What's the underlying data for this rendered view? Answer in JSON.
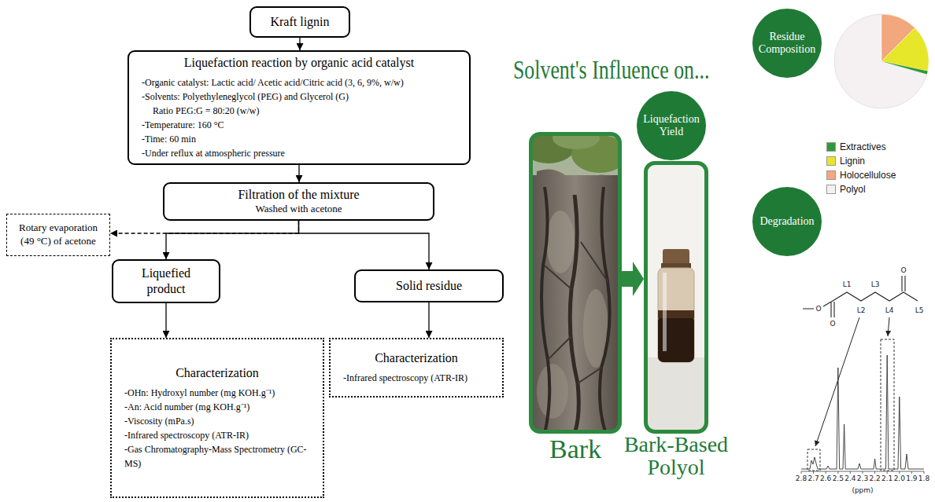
{
  "diagram": {
    "title": "Solvent's Influence on...",
    "nodes": [
      {
        "text": [
          "Kraft lignin"
        ]
      },
      {
        "text": [
          "Liquefaction reaction by organic acid catalyst",
          "-Organic catalyst: Lactic acid/ Acetic acid/Citric acid (3, 6, 9%, w/w)",
          "-Solvents: Polyethyleneglycol (PEG) and Glycerol (G)",
          "Ratio PEG:G = 80:20 (w/w)",
          "-Temperature: 160 °C",
          "-Time: 60 min",
          "-Under reflux at atmospheric pressure"
        ]
      },
      {
        "text": [
          "Filtration of the mixture",
          "Washed with acetone"
        ]
      },
      {
        "text": [
          "Rotary evaporation (49 °C) of acetone"
        ]
      },
      {
        "text": [
          "Liquefied product"
        ]
      },
      {
        "text": [
          "Solid residue"
        ]
      },
      {
        "text": [
          "Characterization",
          "-OHn: Hydroxyl number (mg KOH.g⁻¹)",
          "-An: Acid number (mg KOH.g⁻¹)",
          "-Viscosity (mPa.s)",
          "-Infrared spectroscopy (ATR-IR)",
          "-Gas Chromatography-Mass Spectrometry (GC-MS)"
        ]
      },
      {
        "text": [
          "Characterization",
          "-Infrared spectroscopy (ATR-IR)"
        ]
      },
      {
        "text": [
          "Residue Composition"
        ]
      },
      {
        "text": [
          "Liquefaction Yield"
        ]
      },
      {
        "text": [
          "Bark"
        ]
      },
      {
        "text": [
          "Bark-Based Polyol"
        ]
      },
      {
        "text": [
          "Degradation"
        ]
      }
    ],
    "edges": [
      {
        "from": 0,
        "to": 1,
        "arrow": "to"
      },
      {
        "from": 1,
        "to": 2,
        "arrow": "to"
      },
      {
        "from": 2,
        "to": 3,
        "arrow": "to"
      },
      {
        "from": 2,
        "to": 4,
        "arrow": "to"
      },
      {
        "from": 2,
        "to": 5,
        "arrow": "to"
      },
      {
        "from": 4,
        "to": 6,
        "arrow": "to"
      },
      {
        "from": 5,
        "to": 7,
        "arrow": "to"
      },
      {
        "from": 10,
        "to": 11,
        "arrow": "to"
      }
    ],
    "labels": [
      "2.8",
      "2.7",
      "2.6",
      "2.5",
      "2.4",
      "2.3",
      "2.2",
      "2.1",
      "2.0",
      "1.9",
      "1.8",
      "(ppm)",
      "O",
      "O",
      "O",
      "L1",
      "L2",
      "L3",
      "L4",
      "L5"
    ],
    "legend": [
      {
        "text": "Extractives",
        "color": "#2e9a3a"
      },
      {
        "text": "Lignin",
        "color": "#e6e62a"
      },
      {
        "text": "Holocellulose",
        "color": "#f3a77c"
      },
      {
        "text": "Polyol",
        "color": "#f5f1f3"
      }
    ]
  }
}
